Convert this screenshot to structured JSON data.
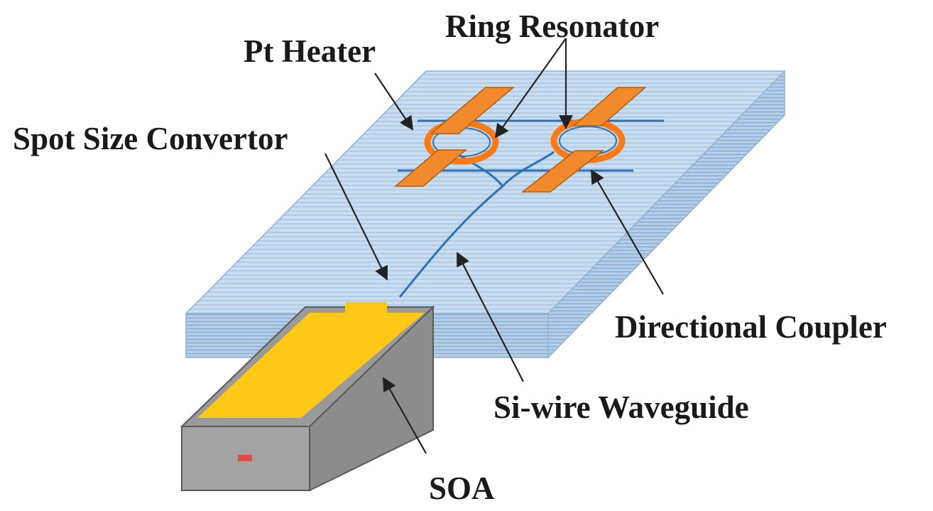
{
  "labels": {
    "ring_resonator": "Ring Resonator",
    "pt_heater": "Pt Heater",
    "spot_size_convertor": "Spot Size Convertor",
    "directional_coupler": "Directional Coupler",
    "si_wire_waveguide": "Si-wire Waveguide",
    "soa": "SOA"
  },
  "colors": {
    "chip_top": "#c6dcef",
    "chip_side": "#a9c6e3",
    "chip_lines": "#8fb1d4",
    "waveguide": "#2f6fb5",
    "heater": "#f08a2a",
    "heater_edge": "#b35e12",
    "ring": "#ff7a14",
    "soa_top": "#ffc716",
    "soa_body": "#9d9d9d",
    "soa_front": "#8a8a8a",
    "soa_emitter": "#e04a4a",
    "arrow": "#222222"
  }
}
